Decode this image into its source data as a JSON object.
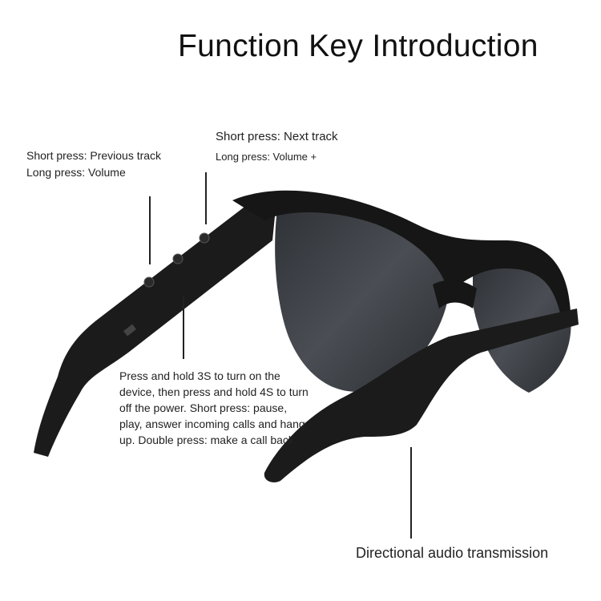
{
  "title": "Function Key Introduction",
  "callouts": {
    "previous_track": "Short press: Previous track  Long press: Volume",
    "next_track_short": "Short press: Next track",
    "next_track_long": "Long press: Volume +",
    "power_button": "Press and hold 3S to turn on the device, then press and hold 4S to turn off the power. Short press: pause, play, answer incoming calls and hang up. Double press: make a call back.",
    "speaker": "Directional audio transmission"
  },
  "colors": {
    "frame": "#1a1a1a",
    "lens": "#3c3f44"
  }
}
